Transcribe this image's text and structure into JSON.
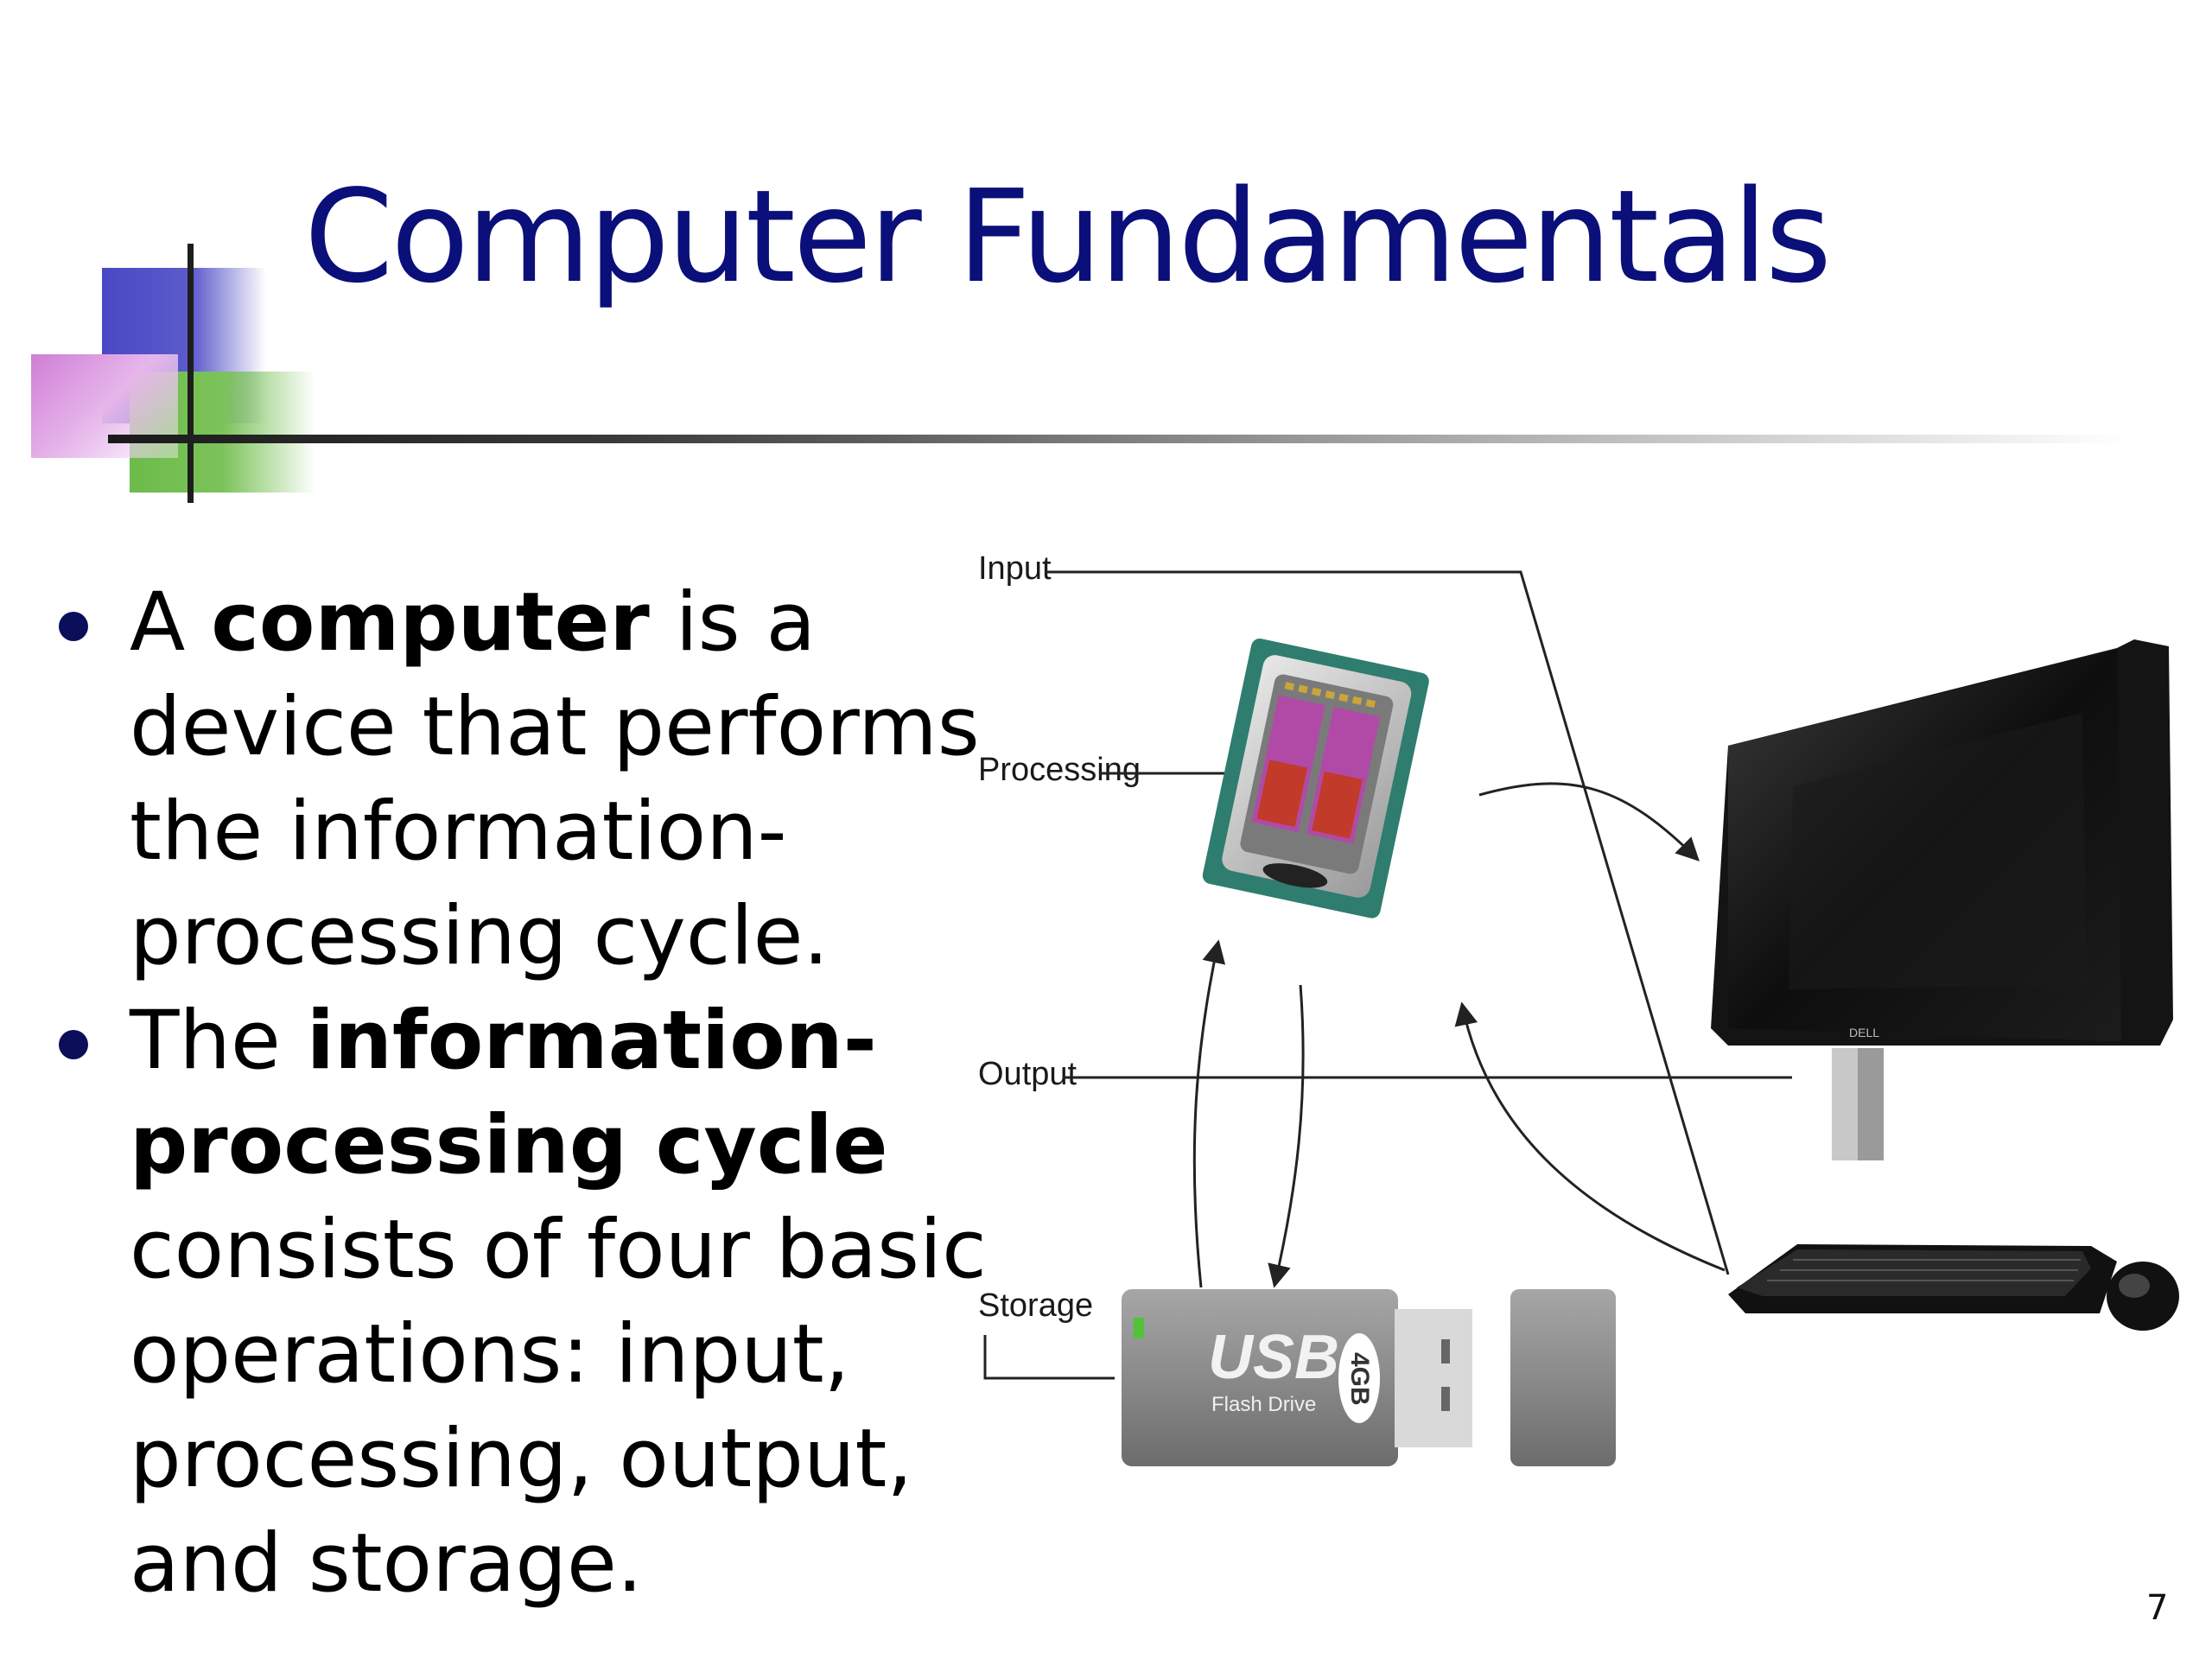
{
  "slide": {
    "title": "Computer Fundamentals",
    "page_number": "7",
    "bullets": [
      {
        "lines": [
          {
            "parts": [
              {
                "text": "A ",
                "bold": false
              },
              {
                "text": "computer",
                "bold": true
              },
              {
                "text": " is a",
                "bold": false
              }
            ]
          },
          {
            "parts": [
              {
                "text": "device that performs",
                "bold": false
              }
            ]
          },
          {
            "parts": [
              {
                "text": "the information-",
                "bold": false
              }
            ]
          },
          {
            "parts": [
              {
                "text": "processing cycle.",
                "bold": false
              }
            ]
          }
        ]
      },
      {
        "lines": [
          {
            "parts": [
              {
                "text": "The ",
                "bold": false
              },
              {
                "text": "information-",
                "bold": true
              }
            ]
          },
          {
            "parts": [
              {
                "text": "processing cycle",
                "bold": true
              }
            ]
          },
          {
            "parts": [
              {
                "text": "consists of four basic",
                "bold": false
              }
            ]
          },
          {
            "parts": [
              {
                "text": "operations: input,",
                "bold": false
              }
            ]
          },
          {
            "parts": [
              {
                "text": "processing, output,",
                "bold": false
              }
            ]
          },
          {
            "parts": [
              {
                "text": "and storage.",
                "bold": false
              }
            ]
          }
        ]
      }
    ],
    "figure": {
      "labels": {
        "input": "Input",
        "processing": "Processing",
        "output": "Output",
        "storage": "Storage"
      },
      "usb": {
        "brand": "USB",
        "sub": "Flash Drive",
        "capacity": "4GB"
      },
      "monitor_brand": "DELL",
      "colors": {
        "title": "#0b0f79",
        "bullet_dot": "#0b0f5a",
        "deco_blue": "#4a48c4",
        "deco_green": "#6cbc4a",
        "deco_pink": "#d07ed6"
      }
    }
  }
}
